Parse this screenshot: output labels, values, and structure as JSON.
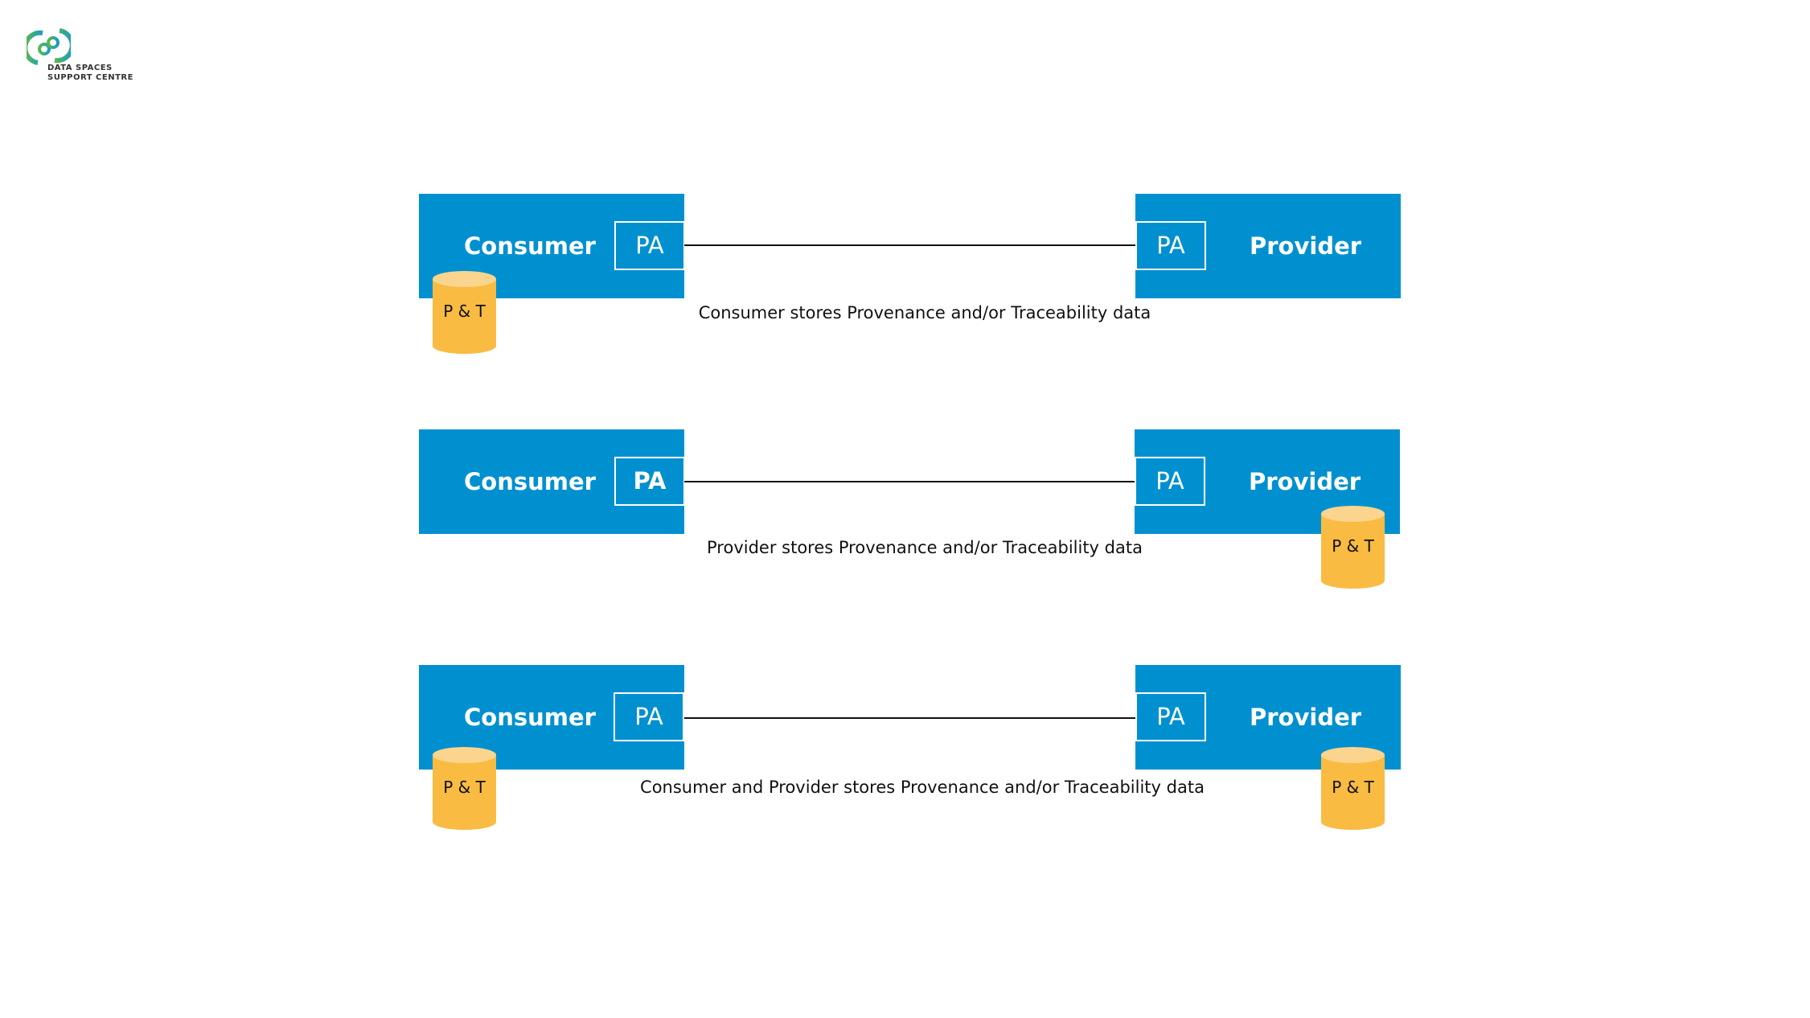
{
  "logo": {
    "line1": "DATA SPACES",
    "line2": "SUPPORT CENTRE"
  },
  "colors": {
    "box": "#0090d0",
    "cylinder": "#f9bb42",
    "cylinder_top": "#fbd58e"
  },
  "rows": [
    {
      "consumer": "Consumer",
      "consumer_pa": "PA",
      "provider": "Provider",
      "provider_pa": "PA",
      "caption": "Consumer stores Provenance and/or Traceability data",
      "store_label": "P & T"
    },
    {
      "consumer": "Consumer",
      "consumer_pa": "PA",
      "provider": "Provider",
      "provider_pa": "PA",
      "caption": "Provider stores Provenance and/or Traceability data",
      "store_label": "P & T"
    },
    {
      "consumer": "Consumer",
      "consumer_pa": "PA",
      "provider": "Provider",
      "provider_pa": "PA",
      "caption": "Consumer and Provider stores Provenance and/or Traceability data",
      "store_label": "P & T",
      "store_label_2": "P & T"
    }
  ]
}
